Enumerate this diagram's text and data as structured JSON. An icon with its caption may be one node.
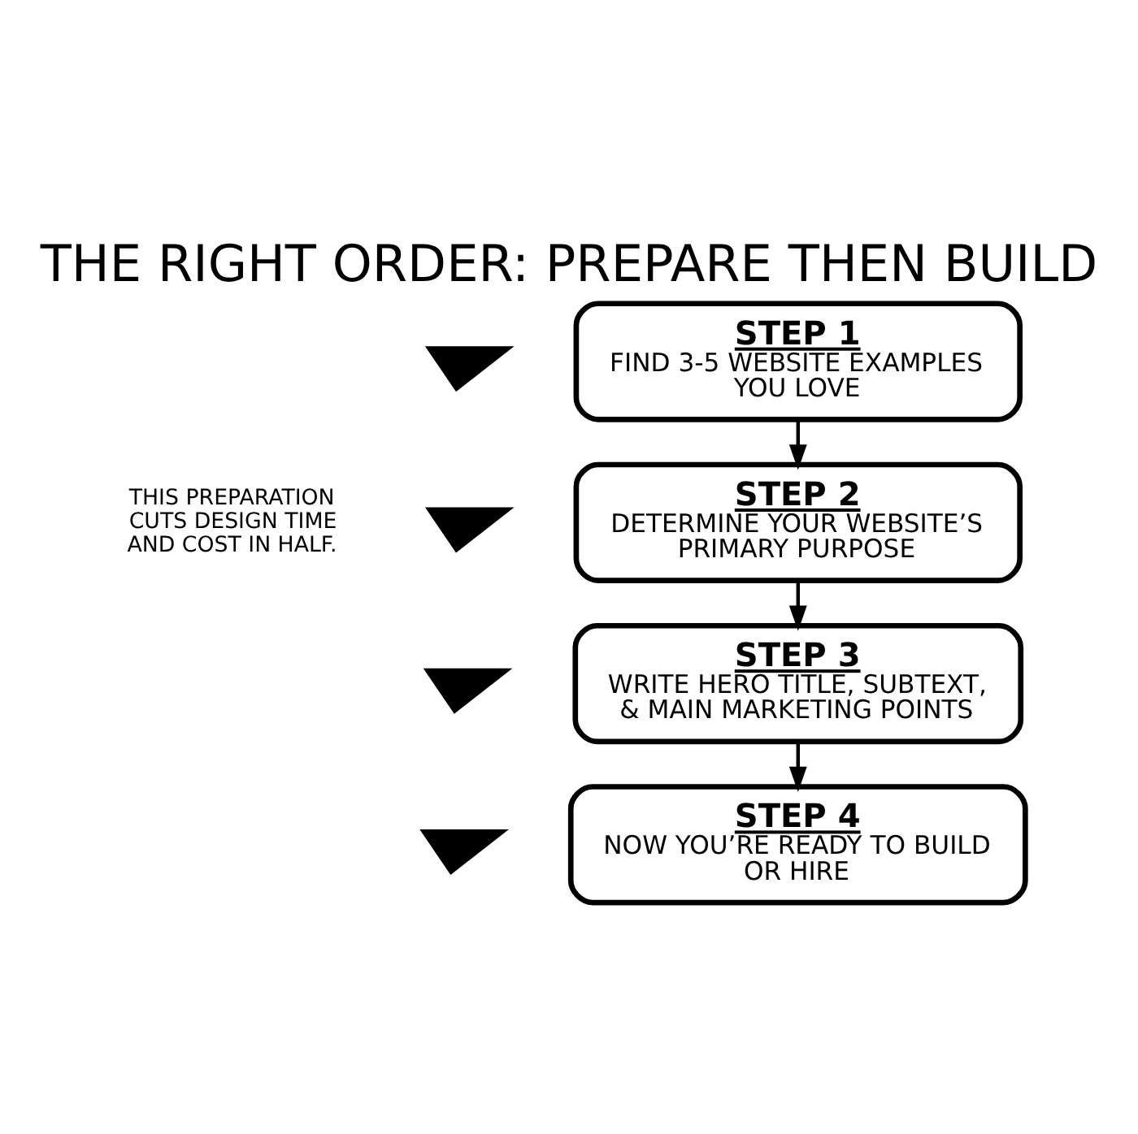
{
  "diagram": {
    "title": "THE RIGHT ORDER: PREPARE THEN BUILD",
    "nodes": [
      {
        "text": [
          "STEP 1",
          "FIND 3-5 WEBSITE EXAMPLES YOU LOVE"
        ]
      },
      {
        "text": [
          "STEP 2",
          "DETERMINE YOUR WEBSITE’S PRIMARY PURPOSE"
        ]
      },
      {
        "text": [
          "STEP 3",
          "WRITE HERO TITLE, SUBTEXT, & MAIN MARKETING POINTS"
        ]
      },
      {
        "text": [
          "STEP 4",
          "NOW YOU’RE READY TO BUILD OR HIRE"
        ]
      },
      {
        "text": [],
        "shape": "checkmark"
      },
      {
        "text": [],
        "shape": "checkmark"
      },
      {
        "text": [],
        "shape": "checkmark"
      },
      {
        "text": [],
        "shape": "checkmark"
      }
    ],
    "edges": [
      {
        "from": 0,
        "to": 1,
        "arrow": "to"
      },
      {
        "from": 1,
        "to": 2,
        "arrow": "to"
      },
      {
        "from": 2,
        "to": 3,
        "arrow": "to"
      }
    ],
    "labels": [
      "THIS PREPARATION CUTS DESIGN TIME AND COST IN HALF."
    ]
  }
}
